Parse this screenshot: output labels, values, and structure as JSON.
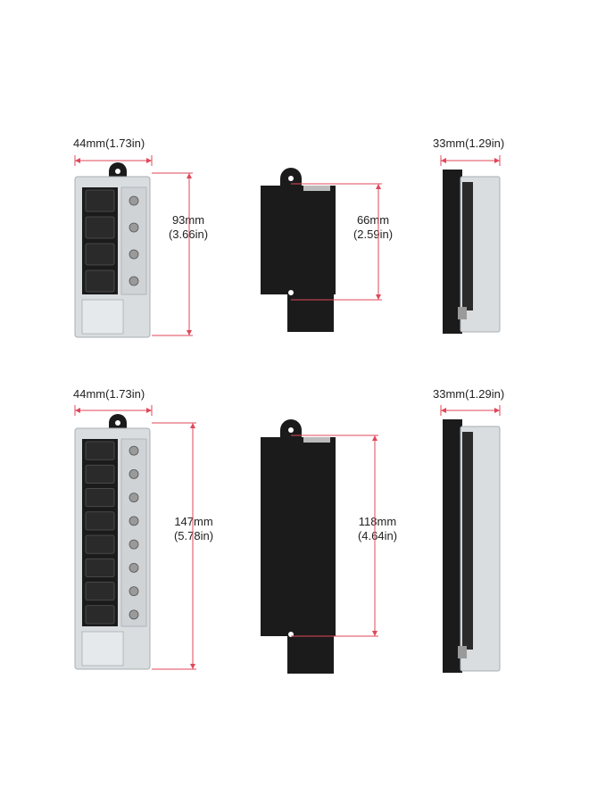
{
  "colors": {
    "dimension_line": "#e0475a",
    "body_black": "#1b1b1b",
    "body_dark": "#2a2a2a",
    "cover_clear": "#d9dde0",
    "cover_edge": "#a9aeb2",
    "terminal_metal": "#9a9a9a",
    "background": "#ffffff"
  },
  "icons": {
    "fuse_box": "fuse-block-product-photo"
  },
  "rows": [
    {
      "slots": 4,
      "front_width_label": "44mm(1.73in)",
      "front_height_value": "93mm",
      "front_height_inches": "(3.66in)",
      "back_height_value": "66mm",
      "back_height_inches": "(2.59in)",
      "side_width_label": "33mm(1.29in)"
    },
    {
      "slots": 8,
      "front_width_label": "44mm(1.73in)",
      "front_height_value": "147mm",
      "front_height_inches": "(5.78in)",
      "back_height_value": "118mm",
      "back_height_inches": "(4.64in)",
      "side_width_label": "33mm(1.29in)"
    }
  ]
}
